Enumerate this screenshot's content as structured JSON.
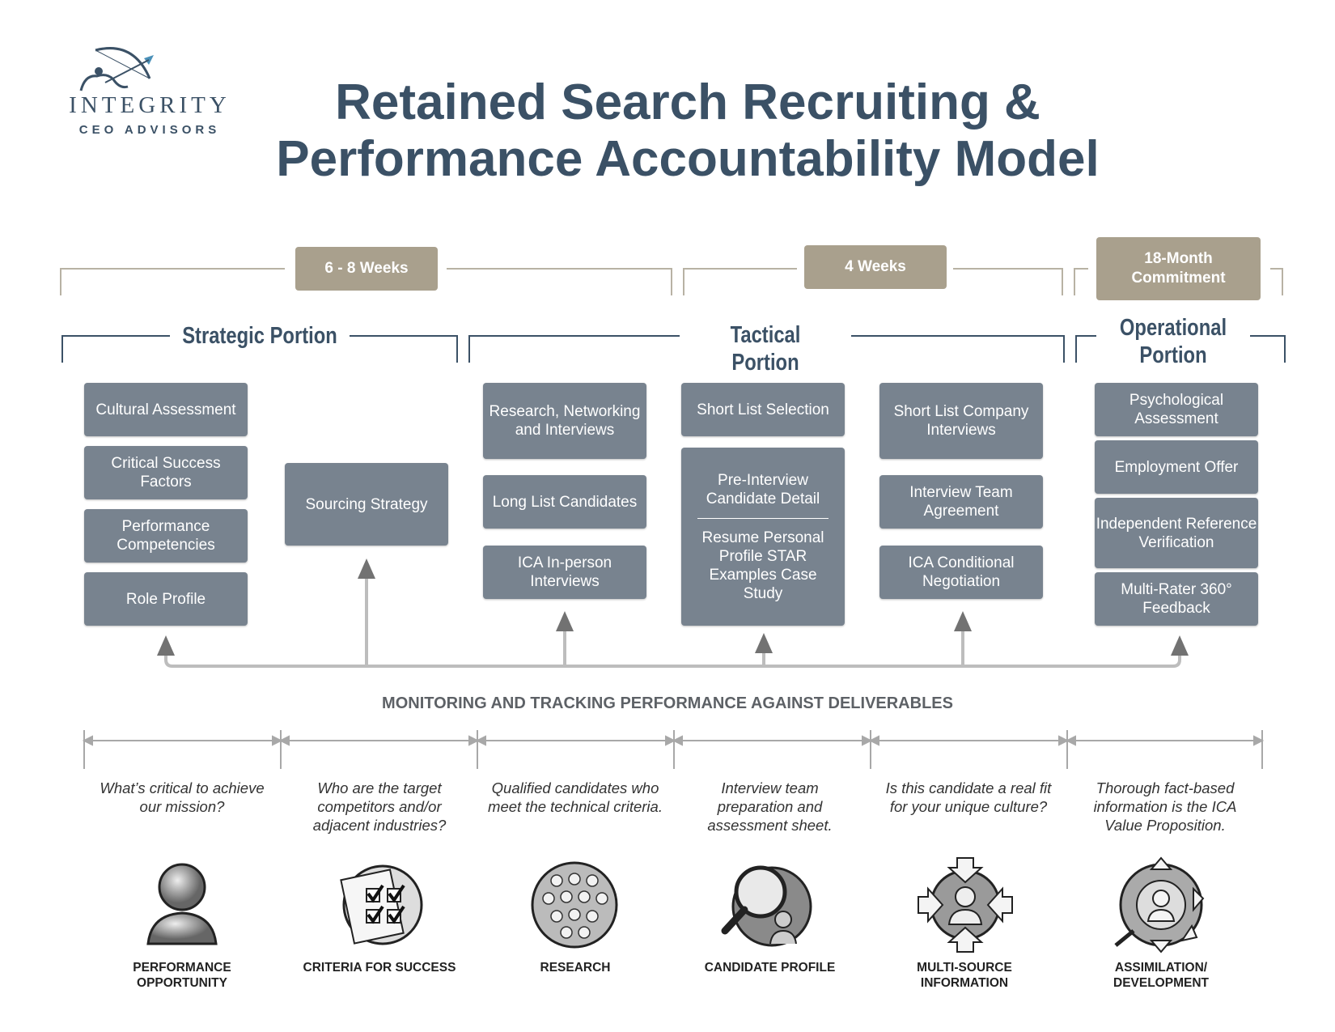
{
  "brand": {
    "line1": "INTEGRITY",
    "line2": "CEO ADVISORS",
    "color": "#3b5166"
  },
  "title": {
    "line1": "Retained Search Recruiting &",
    "line2": "Performance Accountability Model"
  },
  "durations": {
    "strategic": "6 - 8 Weeks",
    "tactical": "4 Weeks",
    "operational_line1": "18-Month",
    "operational_line2": "Commitment"
  },
  "phases": {
    "strategic": "Strategic Portion",
    "tactical": "Tactical Portion",
    "operational_line1": "Operational",
    "operational_line2": "Portion"
  },
  "columns": {
    "col1": [
      "Cultural Assessment",
      "Critical Success Factors",
      "Performance Competencies",
      "Role Profile"
    ],
    "col2": [
      "Sourcing Strategy"
    ],
    "col3": [
      "Research, Networking and Interviews",
      "Long List Candidates",
      "ICA In-person Interviews"
    ],
    "col4": {
      "top": "Short List Selection",
      "detail_title": "Pre-Interview Candidate Detail",
      "detail_items": "Resume Personal Profile STAR Examples Case Study"
    },
    "col5": [
      "Short List Company Interviews",
      "Interview Team Agreement",
      "ICA Conditional Negotiation"
    ],
    "col6": [
      "Psychological Assessment",
      "Employment Offer",
      "Independent Reference Verification",
      "Multi-Rater 360° Feedback"
    ]
  },
  "monitoring": "MONITORING AND TRACKING PERFORMANCE AGAINST DELIVERABLES",
  "stages": [
    {
      "question": "What’s critical to achieve our mission?",
      "label": "PERFORMANCE OPPORTUNITY",
      "icon": "person-icon"
    },
    {
      "question": "Who are the target competitors and/or adjacent industries?",
      "label": "CRITERIA FOR SUCCESS",
      "icon": "checklist-icon"
    },
    {
      "question": "Qualified candidates who meet the technical criteria.",
      "label": "RESEARCH",
      "icon": "crowd-icon"
    },
    {
      "question": "Interview team preparation and assessment sheet.",
      "label": "CANDIDATE PROFILE",
      "icon": "magnifier-icon"
    },
    {
      "question": "Is this candidate a real fit for your unique culture?",
      "label": "MULTI-SOURCE INFORMATION",
      "icon": "arrows-in-icon"
    },
    {
      "question": "Thorough fact-based information is the ICA Value Proposition.",
      "label": "ASSIMILATION/ DEVELOPMENT",
      "icon": "arrows-out-icon"
    }
  ],
  "colors": {
    "box": "#78838f",
    "duration": "#a9a08d",
    "title": "#3b5166"
  }
}
